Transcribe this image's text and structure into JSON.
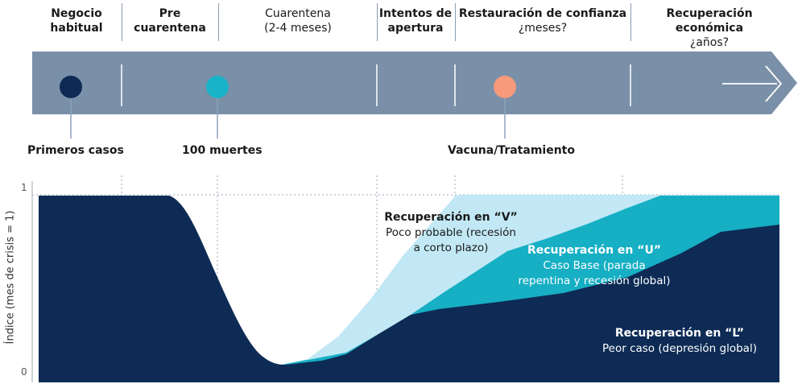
{
  "phases": [
    {
      "title": "Negocio\nhabitual",
      "subtitle": ""
    },
    {
      "title": "Pre cuarentena",
      "subtitle": ""
    },
    {
      "title": "Cuarentena",
      "subtitle": "(2-4 meses)"
    },
    {
      "title": "Intentos de\napertura",
      "subtitle": ""
    },
    {
      "title": "Restauración de confianza",
      "subtitle": "¿meses?"
    },
    {
      "title": "Recuperación económica",
      "subtitle": "¿años?"
    }
  ],
  "milestones": [
    {
      "label": "Primeros casos",
      "color": "#0d2b55"
    },
    {
      "label": "100 muertes",
      "color": "#19b3c8"
    },
    {
      "label": "Vacuna/Tratamiento",
      "color": "#f79a7c"
    }
  ],
  "timeline": {
    "bar_color": "#7a90a8",
    "arrow_icon": "arrow-right-icon"
  },
  "chart": {
    "y_axis_label": "Índice (mes de crisis = 1)",
    "y_ticks": [
      "1",
      "0"
    ]
  },
  "scenarios": {
    "v": {
      "title": "Recuperación en “V”",
      "desc1": "Poco probable (recesión",
      "desc2": "a corto plazo)",
      "color": "#c2e8f5"
    },
    "u": {
      "title": "Recuperación en “U”",
      "desc1": "Caso Base (parada",
      "desc2": "repentina y recesión global)",
      "color": "#16afc4"
    },
    "l": {
      "title": "Recuperación en “L”",
      "desc1": "Peor caso (depresión global)",
      "color": "#0d2b55"
    }
  }
}
